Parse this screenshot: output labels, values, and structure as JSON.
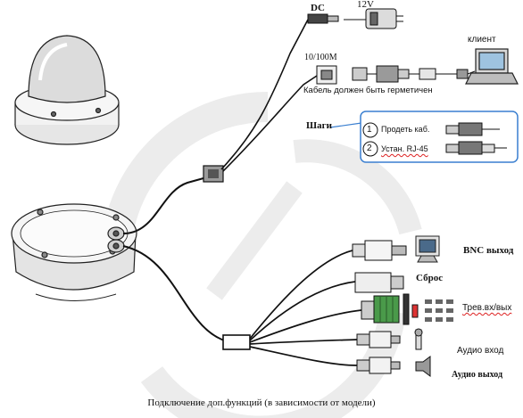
{
  "labels": {
    "dc": "DC",
    "v12": "12V",
    "net": "10/100M",
    "client": "клиент",
    "cable_note": "Кабель должен быть герметичен",
    "steps": "Шаги",
    "step1_num": "1",
    "step1_text": "Продеть каб.",
    "step2_num": "2",
    "step2_text": "Устан. RJ-45",
    "bnc": "BNC выход",
    "reset": "Сброс",
    "alarm": "Трев.вх/вых",
    "audio_in": "Аудио вход",
    "audio_out": "Аудио выход",
    "caption": "Подключение доп.функций (в зависимости от модели)"
  },
  "colors": {
    "callout_border": "#3a7fd0",
    "watermark": "#e9e9e9",
    "outline": "#222222"
  }
}
